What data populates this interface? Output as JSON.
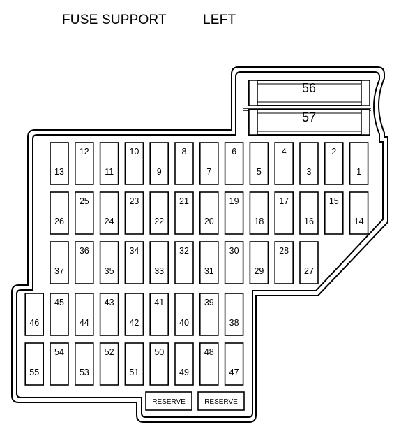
{
  "header": {
    "title": "FUSE SUPPORT",
    "side": "LEFT"
  },
  "top_fuses": [
    "56",
    "57"
  ],
  "rows": [
    [
      "13",
      "12",
      "11",
      "10",
      "9",
      "8",
      "7",
      "6",
      "5",
      "4",
      "3",
      "2",
      "1"
    ],
    [
      "26",
      "25",
      "24",
      "23",
      "22",
      "21",
      "20",
      "19",
      "18",
      "17",
      "16",
      "15",
      "14"
    ],
    [
      "37",
      "36",
      "35",
      "34",
      "33",
      "32",
      "31",
      "30",
      "29",
      "28",
      "27"
    ],
    [
      "46",
      "45",
      "44",
      "43",
      "42",
      "41",
      "40",
      "39",
      "38"
    ],
    [
      "55",
      "54",
      "53",
      "52",
      "51",
      "50",
      "49",
      "48",
      "47"
    ]
  ],
  "reserve": [
    "RESERVE",
    "RESERVE"
  ],
  "colors": {
    "line": "#000000",
    "background": "#ffffff"
  }
}
